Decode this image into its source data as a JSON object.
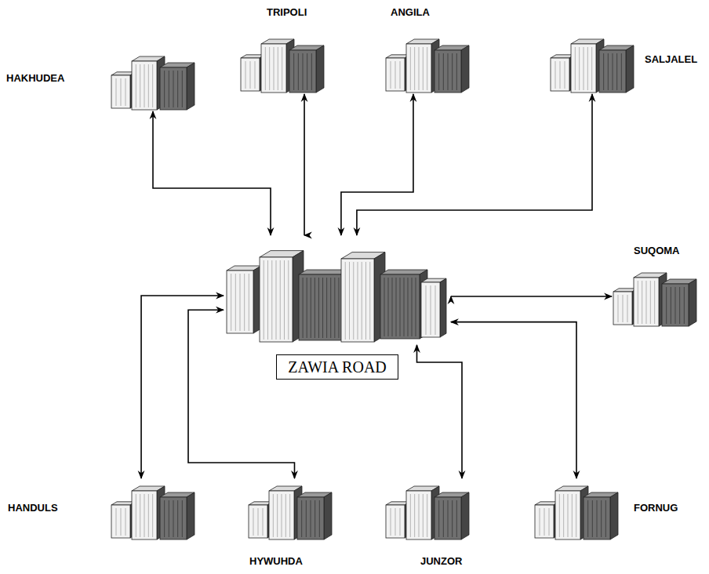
{
  "diagram": {
    "nodes": [
      {
        "text": [
          "HAKHUDEA"
        ]
      },
      {
        "text": [
          "TRIPOLI"
        ]
      },
      {
        "text": [
          "ANGILA"
        ]
      },
      {
        "text": [
          "SALJALEL"
        ]
      },
      {
        "text": [
          "SUQOMA"
        ]
      },
      {
        "text": [
          "ZAWIA ROAD"
        ]
      },
      {
        "text": [
          "HANDULS"
        ]
      },
      {
        "text": [
          "HYWUHDA"
        ]
      },
      {
        "text": [
          "JUNZOR"
        ]
      },
      {
        "text": [
          "FORNUG"
        ]
      }
    ],
    "edges": [
      {
        "from": 5,
        "to": 0,
        "arrow": "both"
      },
      {
        "from": 5,
        "to": 1,
        "arrow": "both"
      },
      {
        "from": 5,
        "to": 2,
        "arrow": "both"
      },
      {
        "from": 5,
        "to": 3,
        "arrow": "both"
      },
      {
        "from": 5,
        "to": 4,
        "arrow": "both"
      },
      {
        "from": 5,
        "to": 6,
        "arrow": "both"
      },
      {
        "from": 5,
        "to": 7,
        "arrow": "both"
      },
      {
        "from": 5,
        "to": 8,
        "arrow": "both"
      },
      {
        "from": 5,
        "to": 9,
        "arrow": "both"
      }
    ]
  }
}
